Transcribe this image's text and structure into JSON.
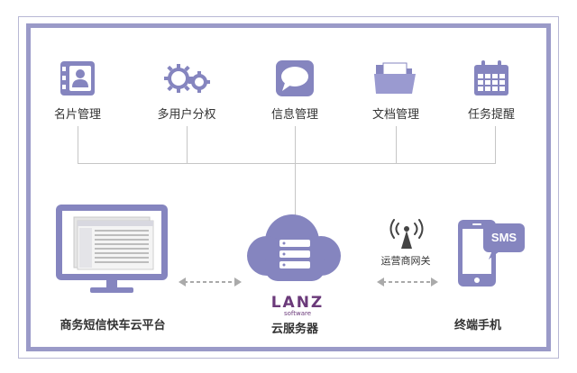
{
  "modules": [
    {
      "label": "名片管理",
      "icon": "contact-card-icon"
    },
    {
      "label": "多用户分权",
      "icon": "gears-icon"
    },
    {
      "label": "信息管理",
      "icon": "speech-bubble-icon"
    },
    {
      "label": "文档管理",
      "icon": "folder-icon"
    },
    {
      "label": "任务提醒",
      "icon": "calendar-icon"
    }
  ],
  "nodes": {
    "platform": {
      "label": "商务短信快车云平台",
      "icon": "monitor-icon"
    },
    "server": {
      "label": "云服务器",
      "icon": "cloud-server-icon",
      "logo_text": "LANZ",
      "logo_sub": "software"
    },
    "gateway": {
      "label": "运营商网关",
      "icon": "signal-tower-icon"
    },
    "phone": {
      "label": "终端手机",
      "icon": "mobile-phone-icon",
      "badge": "SMS"
    }
  },
  "colors": {
    "accent": "#9a9ac8",
    "icon_fill": "#8585bf",
    "line": "#c6c6c6",
    "logo": "#6b3a7a"
  }
}
